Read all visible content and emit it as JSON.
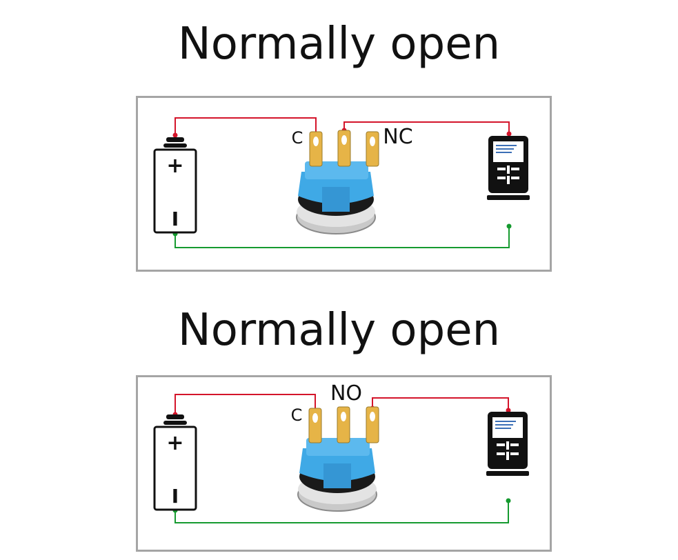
{
  "diagrams": [
    {
      "title": "Normally open",
      "common_label": "C",
      "contact_label": "NC",
      "battery_plus": "+",
      "battery_minus": "I"
    },
    {
      "title": "Normally open",
      "common_label": "C",
      "contact_label": "NO",
      "battery_plus": "+",
      "battery_minus": "I"
    }
  ],
  "colors": {
    "positive_wire": "#d4142a",
    "negative_wire": "#159a2f",
    "frame": "#a5a5a5",
    "switch_body": "#3fa9e6",
    "terminal": "#e6b447",
    "device": "#111111"
  },
  "icons": [
    "battery-icon",
    "push-button-switch-icon",
    "terminal-device-icon"
  ]
}
